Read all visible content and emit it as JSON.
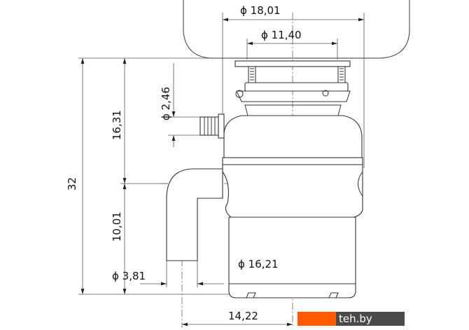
{
  "title": "Food waste disposer dimensional drawing",
  "dimensions": {
    "sink_opening": "ϕ 18,01",
    "flange": "ϕ 11,40",
    "dishwasher_inlet": "ϕ 2,46",
    "total_height": "32",
    "upper_height": "16,31",
    "outlet_height": "10,01",
    "outlet_diameter": "ϕ 3,81",
    "body_diameter": "ϕ 16,21",
    "outlet_offset": "14,22"
  },
  "watermark": "teh.by",
  "colors": {
    "watermark_orange": "#ff5a00",
    "watermark_dark": "#4a4a4a"
  }
}
